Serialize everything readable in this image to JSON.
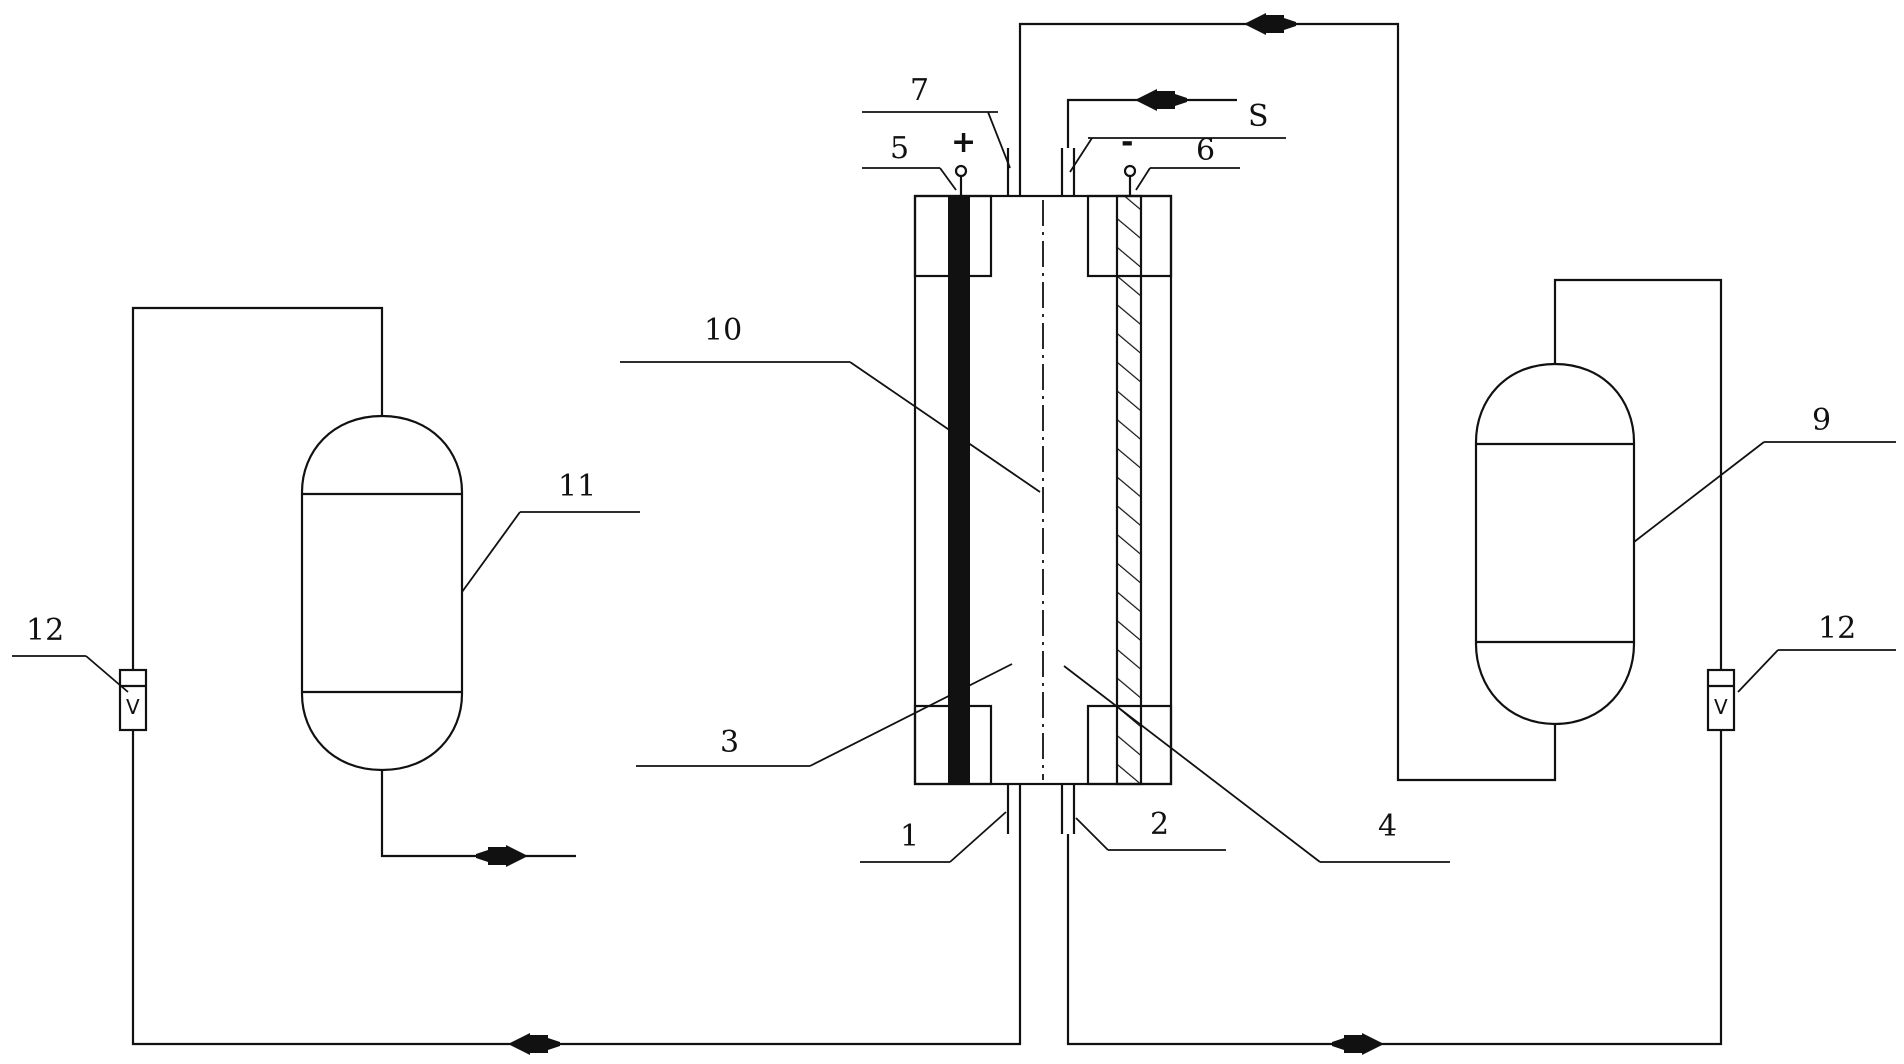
{
  "labels": {
    "l1": "1",
    "l2": "2",
    "l3": "3",
    "l4": "4",
    "l5": "5",
    "l6": "6",
    "l7": "7",
    "l8": "S",
    "l9": "9",
    "l10": "10",
    "l11": "11",
    "l12_left": "12",
    "l12_right": "12"
  },
  "terminals": {
    "positive": "+",
    "negative": "-"
  },
  "valve_symbol": "V",
  "colors": {
    "line": "#111111",
    "background": "#ffffff"
  }
}
